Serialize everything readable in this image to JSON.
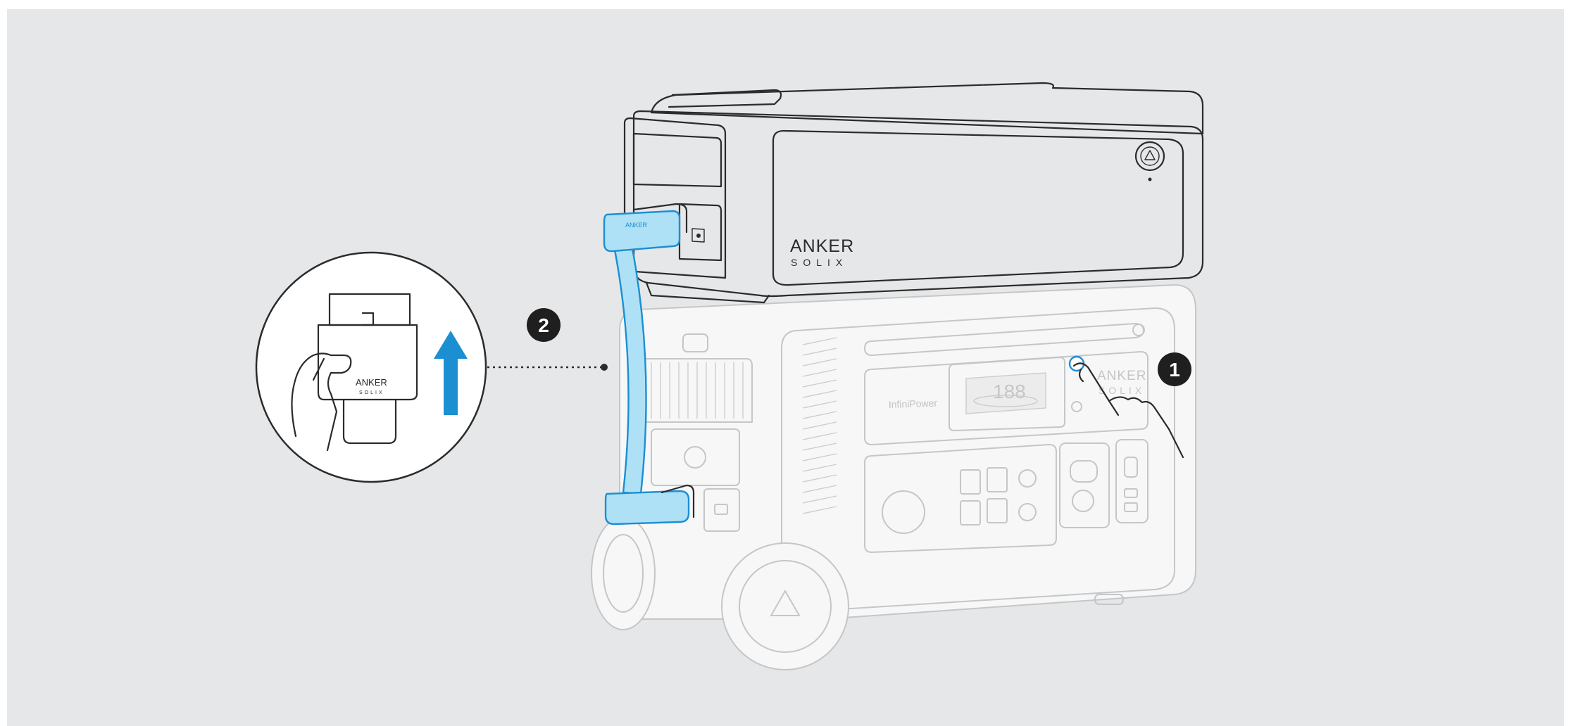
{
  "colors": {
    "background": "#e6e7e8",
    "canvas": "#ffffff",
    "line": "#2b2b2b",
    "faded": "#c4c6c8",
    "highlight_blue": "#1b8fd2",
    "highlight_fill": "#aee0f6",
    "badge": "#1f1f1f"
  },
  "steps": [
    {
      "number": "1"
    },
    {
      "number": "2"
    }
  ],
  "battery": {
    "brand": "ANKER",
    "sub_brand": "SOLIX",
    "icon": "power-triangle-icon"
  },
  "power_station": {
    "brand": "ANKER",
    "sub_brand": "SOLIX",
    "model_label": "InfiniPower",
    "display_digits": "188",
    "wheel_icon": "triangle-icon"
  },
  "inset": {
    "connector_brand": "ANKER",
    "connector_sub_brand": "SOLIX",
    "arrow_icon": "arrow-up-icon"
  }
}
